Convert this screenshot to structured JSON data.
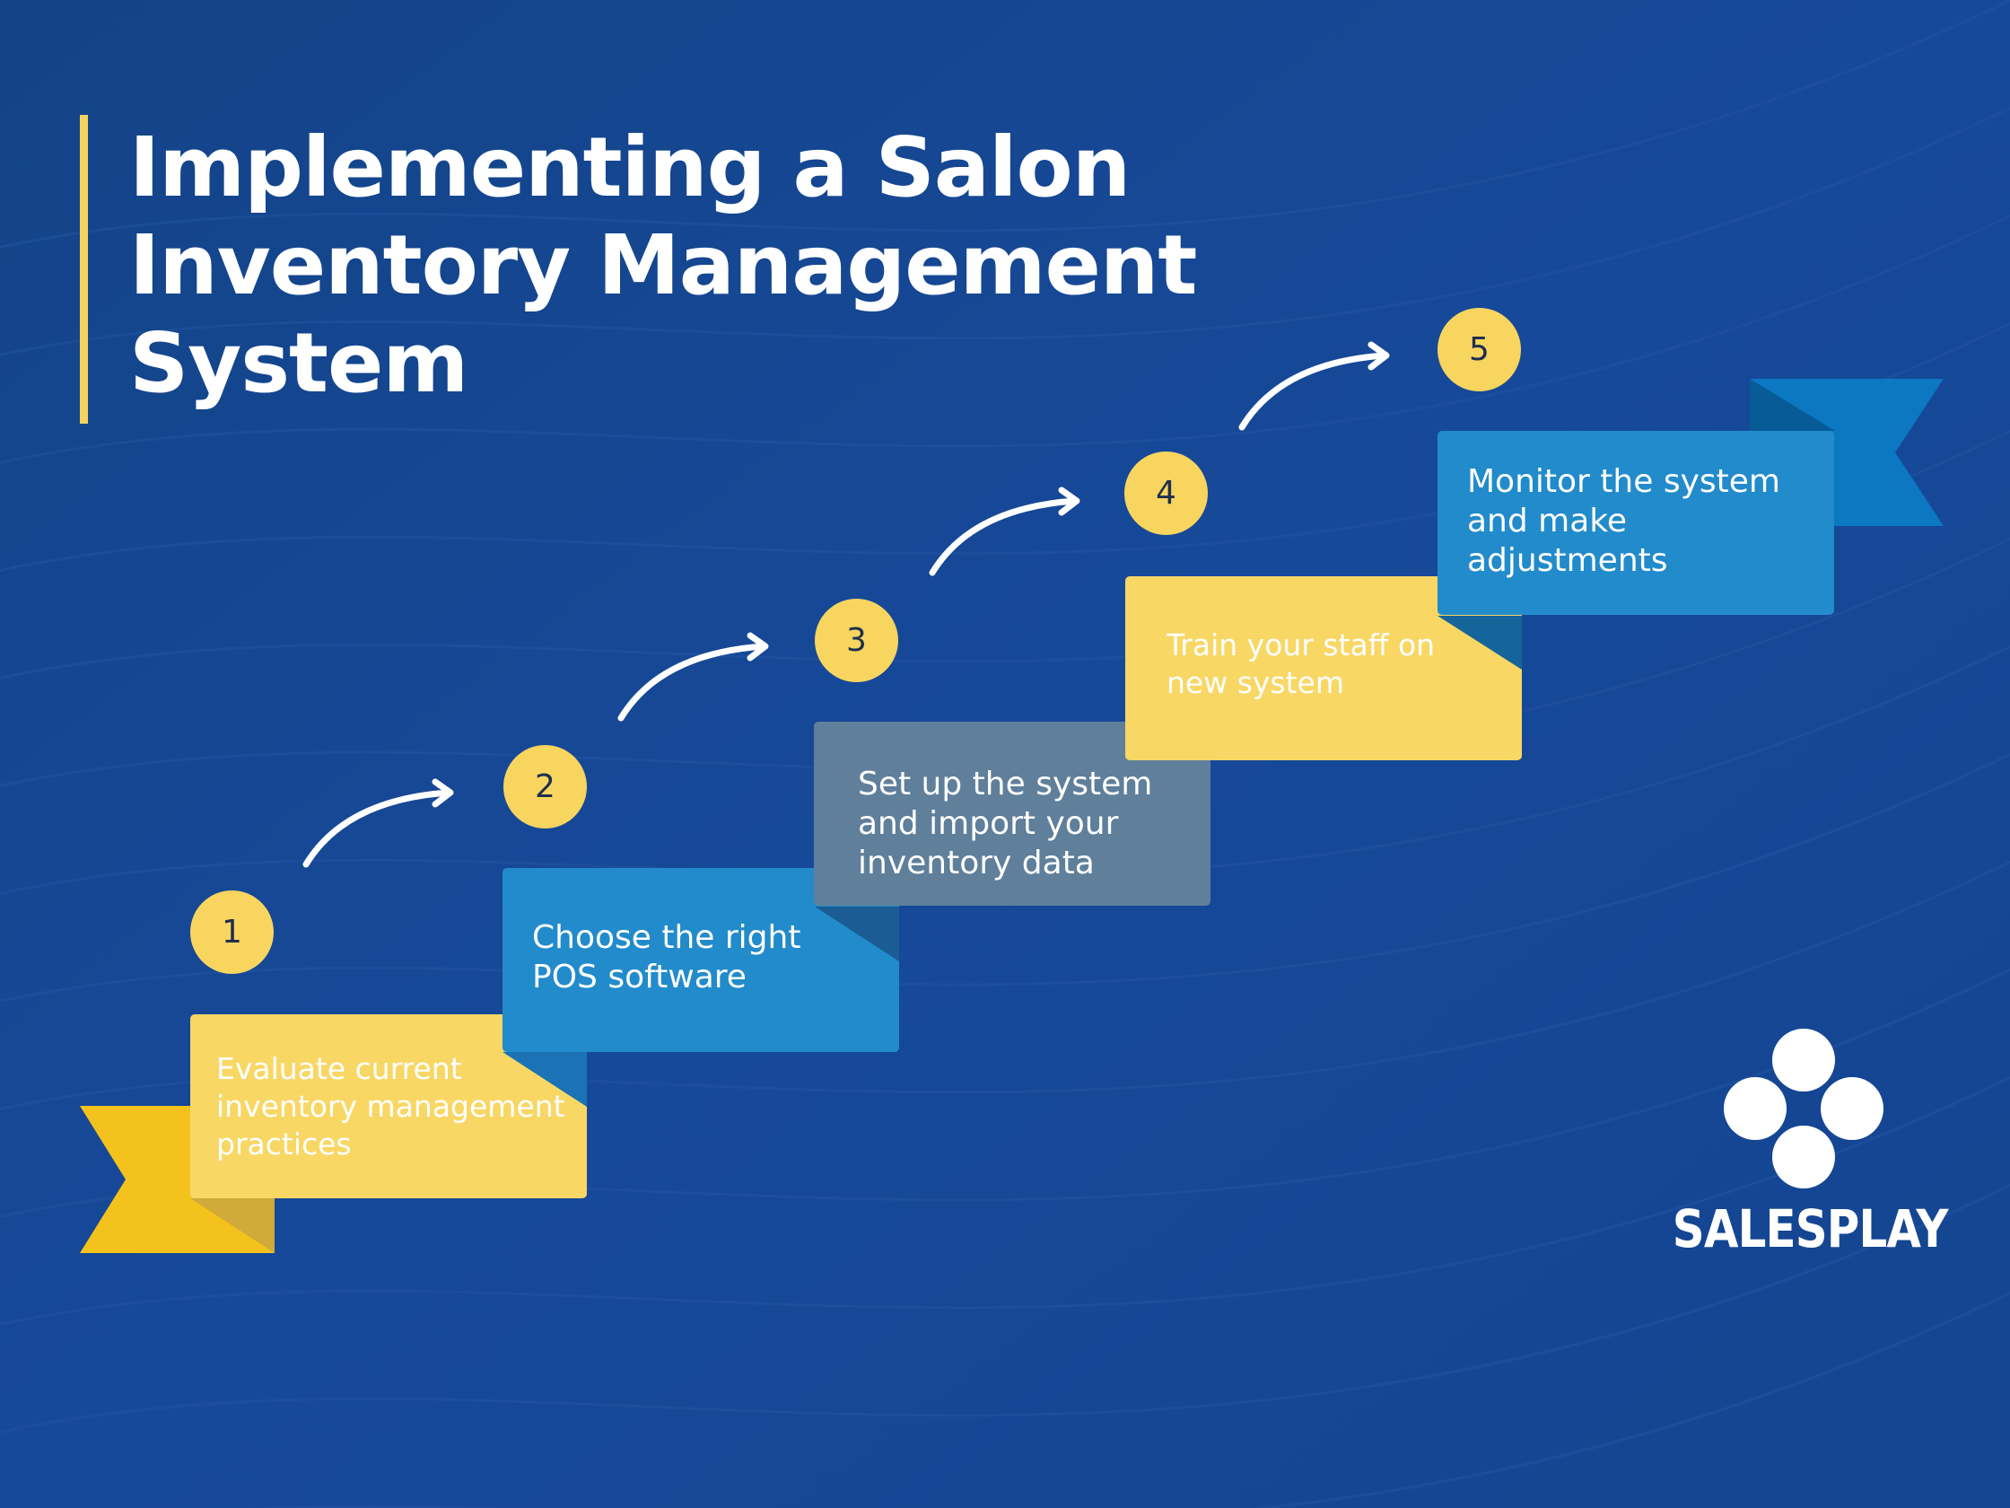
{
  "title": {
    "lines": [
      "Implementing a Salon",
      "Inventory Management",
      "System"
    ]
  },
  "steps": [
    {
      "number": "1",
      "lines": [
        "Evaluate current",
        "inventory management",
        "practices"
      ]
    },
    {
      "number": "2",
      "lines": [
        "Choose the right",
        "POS software"
      ]
    },
    {
      "number": "3",
      "lines": [
        "Set up the system",
        "and import your",
        "inventory data"
      ]
    },
    {
      "number": "4",
      "lines": [
        "Train your staff on",
        "new system"
      ]
    },
    {
      "number": "5",
      "lines": [
        "Monitor the system",
        "and make",
        "adjustments"
      ]
    }
  ],
  "brand": {
    "name": "SALESPLAY"
  },
  "colors": {
    "background": "#15468f",
    "accent_yellow": "#f8d55f",
    "card_blue": "#228bcb",
    "card_slate": "#5f7f9b",
    "ribbon_yellow": "#f3c21c",
    "ribbon_blue": "#0b78c1"
  }
}
